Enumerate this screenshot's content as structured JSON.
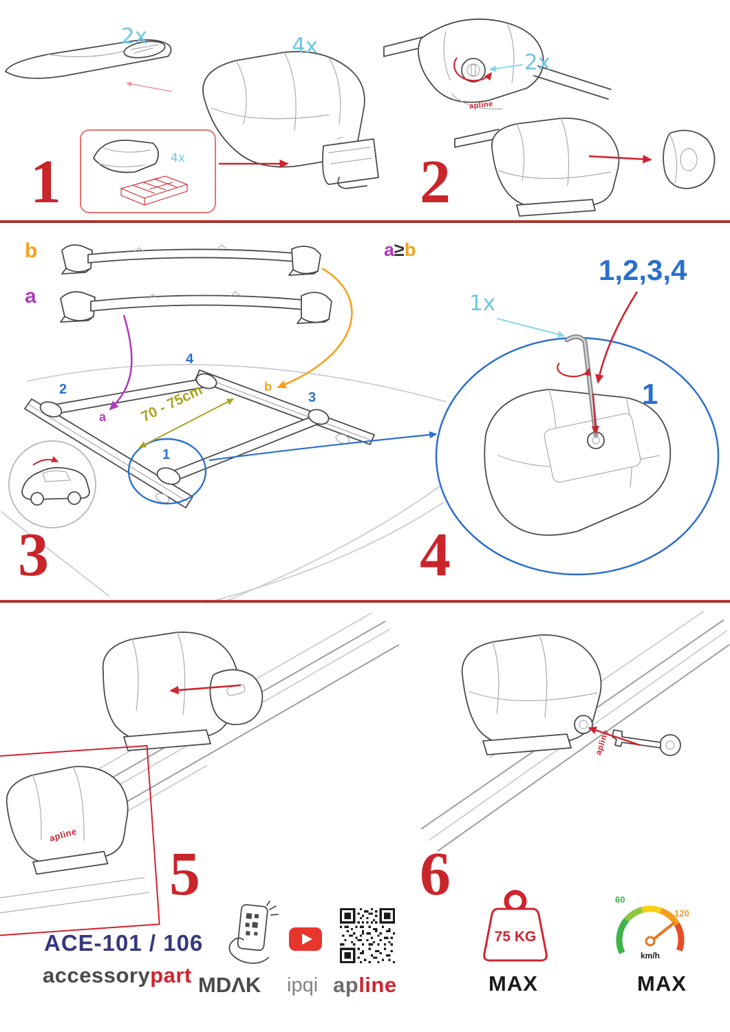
{
  "colors": {
    "accent_red": "#d0232e",
    "step_number_red": "#c9252b",
    "qty_cyan": "#6fc7e3",
    "label_purple": "#b03bbb",
    "label_orange": "#f5a01e",
    "measure_olive": "#a8a41f",
    "position_blue": "#2b6fce",
    "brand_navy": "#35387f",
    "drawing_gray": "#4a4a4c"
  },
  "step1": {
    "number": "1",
    "bar_qty": "2x",
    "foot_qty": "4x",
    "pad_qty": "4x"
  },
  "step2": {
    "number": "2",
    "lock_qty": "2x",
    "brand_sticker": "apline"
  },
  "step3": {
    "number": "3",
    "bar_b_label": "b",
    "bar_a_label": "a",
    "span_label": "70 - 75cm",
    "pos_1": "1",
    "pos_2": "2",
    "pos_3": "3",
    "pos_4": "4",
    "bar_a_small": "a",
    "bar_b_small": "b"
  },
  "step4": {
    "number": "4",
    "cond_a": "a",
    "cond_op": "≥",
    "cond_b": "b",
    "sequence": "1,2,3,4",
    "tool_qty": "1x",
    "tighten_pos": "1"
  },
  "step5": {
    "number": "5",
    "brand_sticker": "apline"
  },
  "step6": {
    "number": "6",
    "brand_sticker": "apline"
  },
  "footer": {
    "model": "ACE-101 / 106",
    "brand_gray": "accessory",
    "brand_red": "part",
    "mdak": "MDΛK",
    "ipqi": "ipqi",
    "apline_gray": "ap",
    "apline_red": "line",
    "weight": "75 KG",
    "weight_max": "MAX",
    "speed_low": "60",
    "speed_high": "120",
    "speed_unit": "km/h",
    "speed_max": "MAX"
  }
}
